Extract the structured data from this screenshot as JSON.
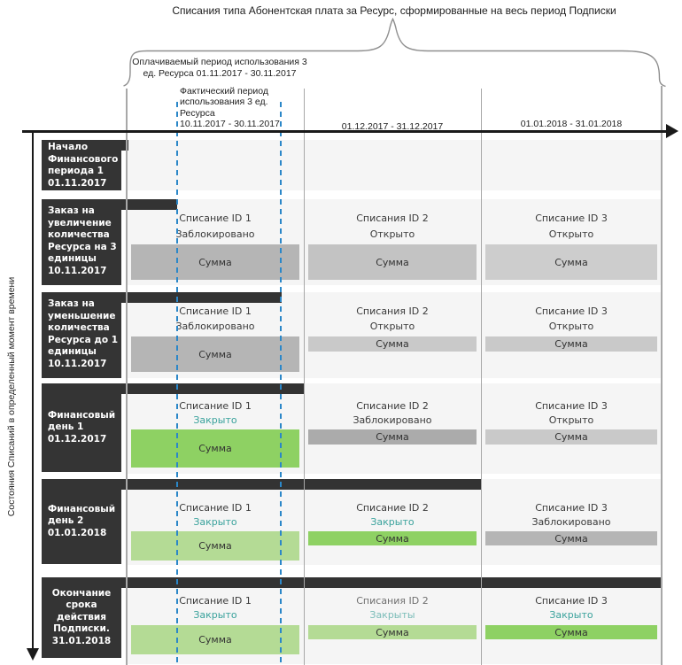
{
  "title": "Списания типа Абонентская плата за Ресурс, сформированные на весь период Подписки",
  "annotations": {
    "paid_period": "Оплачиваемый период использования 3\nед. Ресурса 01.11.2017 - 30.11.2017",
    "actual_period": "Фактический период\nиспользования 3 ед.\nРесурса\n10.11.2017 - 30.11.2017"
  },
  "axis": {
    "y_label": "Состояния Списаний в определенный момент времени",
    "col2_header": "01.12.2017 - 31.12.2017",
    "col3_header": "01.01.2018 - 31.01.2018"
  },
  "colors": {
    "dark_box": "#343434",
    "row_background": "#f5f5f5",
    "bar_gray": "#b5b5b5",
    "bar_gray_light": "#c9c9c9",
    "bar_green": "#8ed163",
    "bar_green_light": "#b4db95",
    "status_closed_teal": "#3aa29c",
    "status_closed_teal_light": "#7abcb8",
    "dashed_line_blue": "#2b87c8"
  },
  "rows": [
    {
      "label": "Начало\nФинансового\nпериода 1\n01.11.2017",
      "cells": []
    },
    {
      "label": "Заказ на\nувеличение\nколичества\nРесурса на 3\nединицы\n10.11.2017",
      "cells": [
        {
          "id": "Списание ID 1",
          "id_tone": "normal",
          "status": "Заблокировано",
          "status_tone": "dark",
          "amount": "Сумма",
          "tone": "gray-a",
          "size": "tall"
        },
        {
          "id": "Списания ID 2",
          "id_tone": "normal",
          "status": "Открыто",
          "status_tone": "dark",
          "amount": "Сумма",
          "tone": "gray-b",
          "size": "tall"
        },
        {
          "id": "Списание ID 3",
          "id_tone": "normal",
          "status": "Открыто",
          "status_tone": "dark",
          "amount": "Сумма",
          "tone": "gray-c",
          "size": "tall"
        }
      ]
    },
    {
      "label": "Заказ на\nуменьшение\nколичества\nРесурса до 1\nединицы\n10.11.2017",
      "cells": [
        {
          "id": "Списание ID 1",
          "id_tone": "normal",
          "status": "Заблокировано",
          "status_tone": "dark",
          "amount": "Сумма",
          "tone": "gray-a",
          "size": "tall"
        },
        {
          "id": "Списания ID 2",
          "id_tone": "normal",
          "status": "Открыто",
          "status_tone": "dark",
          "amount": "Сумма",
          "tone": "gray-lt",
          "size": "short"
        },
        {
          "id": "Списание ID 3",
          "id_tone": "normal",
          "status": "Открыто",
          "status_tone": "dark",
          "amount": "Сумма",
          "tone": "gray-lt",
          "size": "short"
        }
      ]
    },
    {
      "label": "Финансовый\nдень 1\n01.12.2017",
      "cells": [
        {
          "id": "Списание ID 1",
          "id_tone": "normal",
          "status": "Закрыто",
          "status_tone": "teal",
          "amount": "Сумма",
          "tone": "green",
          "size": "tall"
        },
        {
          "id": "Списание ID 2",
          "id_tone": "normal",
          "status": "Заблокировано",
          "status_tone": "dark",
          "amount": "Сумма",
          "tone": "gray-dk",
          "size": "short"
        },
        {
          "id": "Списание ID 3",
          "id_tone": "normal",
          "status": "Открыто",
          "status_tone": "dark",
          "amount": "Сумма",
          "tone": "gray-lt",
          "size": "short"
        }
      ]
    },
    {
      "label": "Финансовый\nдень 2\n01.01.2018",
      "cells": [
        {
          "id": "Списание ID 1",
          "id_tone": "normal",
          "status": "Закрыто",
          "status_tone": "teal",
          "amount": "Сумма",
          "tone": "green-lt",
          "size": "tall"
        },
        {
          "id": "Списание ID 2",
          "id_tone": "normal",
          "status": "Закрыто",
          "status_tone": "teal",
          "amount": "Сумма",
          "tone": "green",
          "size": "short"
        },
        {
          "id": "Списание ID 3",
          "id_tone": "normal",
          "status": "Заблокировано",
          "status_tone": "dark",
          "amount": "Сумма",
          "tone": "gray-a",
          "size": "short"
        }
      ]
    },
    {
      "label": "Окончание\nсрока\nдействия\nПодписки.\n31.01.2018",
      "cells": [
        {
          "id": "Списание ID 1",
          "id_tone": "normal",
          "status": "Закрыто",
          "status_tone": "teal",
          "amount": "Сумма",
          "tone": "green-lt",
          "size": "tall"
        },
        {
          "id": "Списания ID 2",
          "id_tone": "muted",
          "status": "Закрыты",
          "status_tone": "teal-light",
          "amount": "Сумма",
          "tone": "green-lt",
          "size": "short"
        },
        {
          "id": "Списание ID 3",
          "id_tone": "normal",
          "status": "Закрыто",
          "status_tone": "teal",
          "amount": "Сумма",
          "tone": "green",
          "size": "short"
        }
      ]
    }
  ]
}
